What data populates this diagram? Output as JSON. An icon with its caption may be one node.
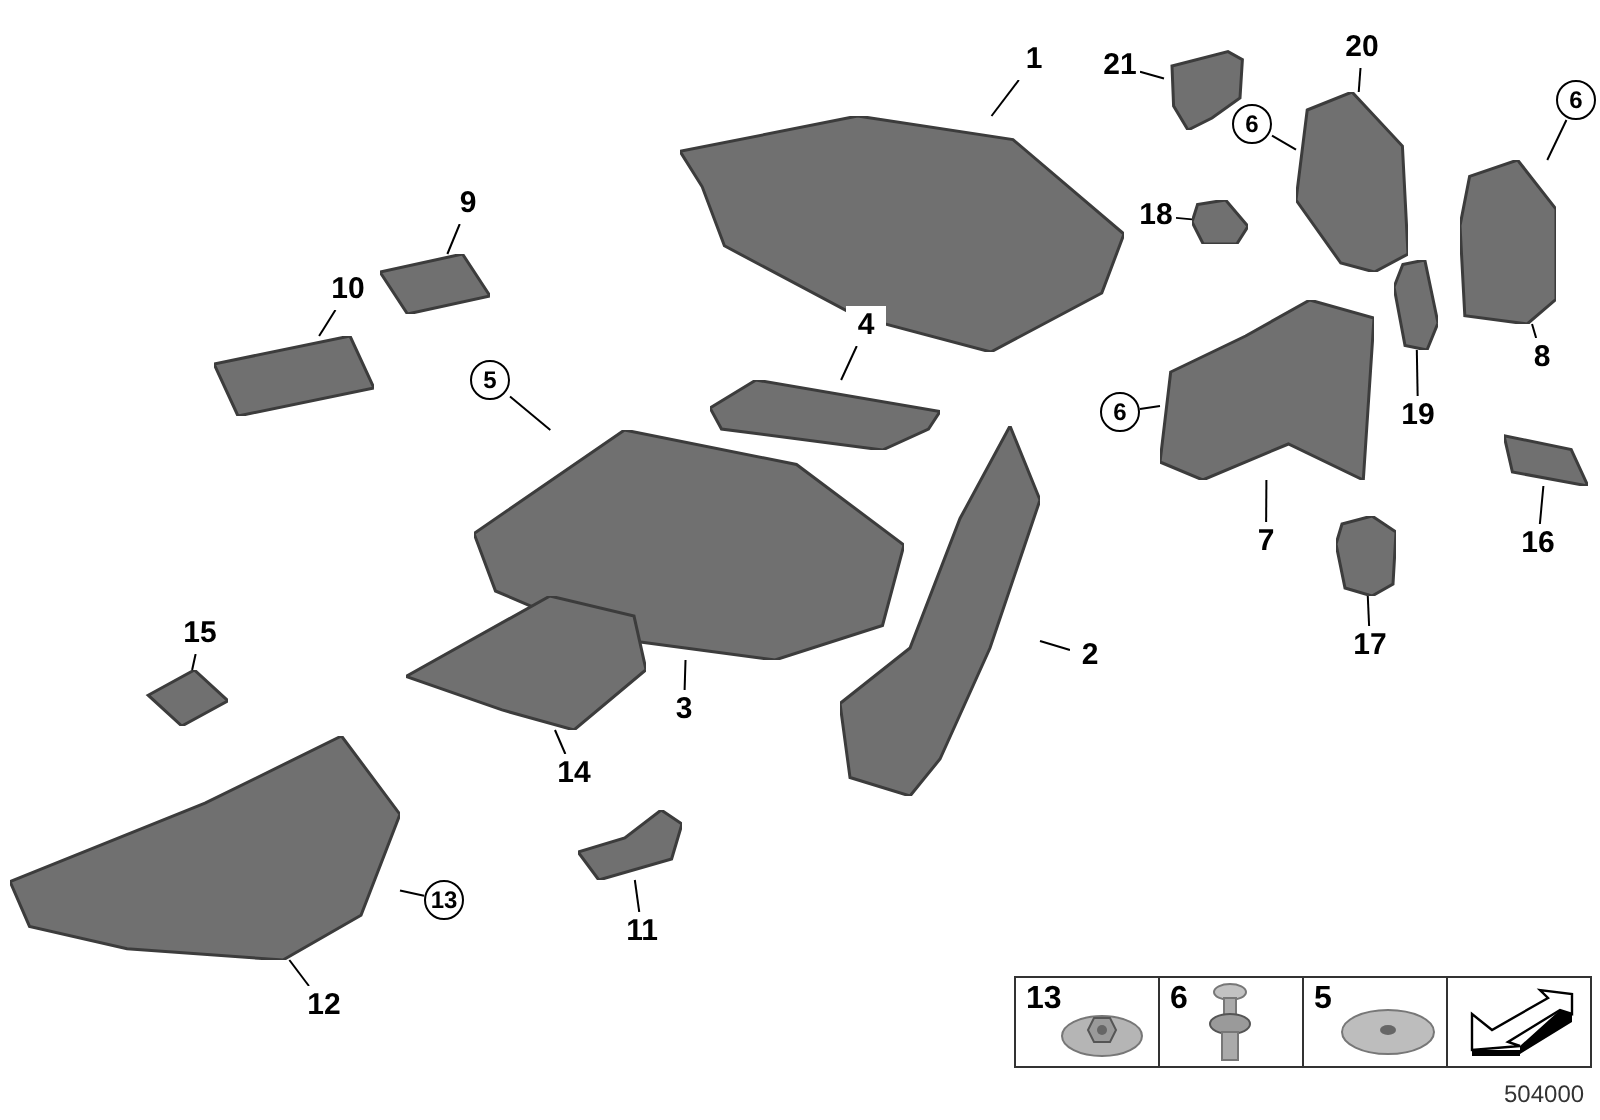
{
  "diagram": {
    "nodes": [
      {
        "text": [
          "21"
        ]
      },
      {
        "text": [],
        "shape": "picture"
      },
      {
        "text": [
          "1"
        ]
      },
      {
        "text": [],
        "shape": "picture"
      },
      {
        "text": [
          "20"
        ]
      },
      {
        "text": [],
        "shape": "picture"
      },
      {
        "text": [
          "6"
        ]
      },
      {
        "text": [
          "6"
        ]
      },
      {
        "text": [],
        "shape": "picture"
      },
      {
        "text": [
          "18"
        ]
      },
      {
        "text": [],
        "shape": "picture"
      },
      {
        "text": [
          "9"
        ]
      },
      {
        "text": [],
        "shape": "picture"
      },
      {
        "text": [
          "10"
        ]
      },
      {
        "text": [],
        "shape": "picture"
      },
      {
        "text": [
          "4"
        ]
      },
      {
        "text": [],
        "shape": "picture"
      },
      {
        "text": [
          "5"
        ]
      },
      {
        "text": [],
        "shape": "picture"
      },
      {
        "text": [
          "6"
        ]
      },
      {
        "text": [],
        "shape": "picture"
      },
      {
        "text": [
          "19"
        ]
      },
      {
        "text": [],
        "shape": "picture"
      },
      {
        "text": [
          "8"
        ]
      },
      {
        "text": [
          "7"
        ]
      },
      {
        "text": [
          "16"
        ]
      },
      {
        "text": [],
        "shape": "picture"
      },
      {
        "text": [
          "17"
        ]
      },
      {
        "text": [],
        "shape": "picture"
      },
      {
        "text": [
          "15"
        ]
      },
      {
        "text": [],
        "shape": "picture"
      },
      {
        "text": [
          "2"
        ]
      },
      {
        "text": [],
        "shape": "picture"
      },
      {
        "text": [
          "3"
        ]
      },
      {
        "text": [
          "14"
        ]
      },
      {
        "text": [],
        "shape": "picture"
      },
      {
        "text": [
          "13"
        ]
      },
      {
        "text": [],
        "shape": "picture"
      },
      {
        "text": [
          "11"
        ]
      },
      {
        "text": [],
        "shape": "picture"
      },
      {
        "text": [
          "12"
        ]
      }
    ],
    "edges": [
      {
        "from": 0,
        "to": 1,
        "arrow": "none"
      },
      {
        "from": 2,
        "to": 3,
        "arrow": "none"
      },
      {
        "from": 4,
        "to": 5,
        "arrow": "none"
      },
      {
        "from": 6,
        "to": 5,
        "arrow": "none"
      },
      {
        "from": 7,
        "to": 8,
        "arrow": "none"
      },
      {
        "from": 9,
        "to": 10,
        "arrow": "none"
      },
      {
        "from": 11,
        "to": 12,
        "arrow": "none"
      },
      {
        "from": 13,
        "to": 14,
        "arrow": "none"
      },
      {
        "from": 15,
        "to": 16,
        "arrow": "none"
      },
      {
        "from": 17,
        "to": 18,
        "arrow": "none"
      },
      {
        "from": 19,
        "to": 20,
        "arrow": "none"
      },
      {
        "from": 21,
        "to": 22,
        "arrow": "none"
      },
      {
        "from": 23,
        "to": 8,
        "arrow": "none"
      },
      {
        "from": 24,
        "to": 20,
        "arrow": "none"
      },
      {
        "from": 25,
        "to": 26,
        "arrow": "none"
      },
      {
        "from": 27,
        "to": 28,
        "arrow": "none"
      },
      {
        "from": 29,
        "to": 30,
        "arrow": "none"
      },
      {
        "from": 31,
        "to": 32,
        "arrow": "none"
      },
      {
        "from": 33,
        "to": 18,
        "arrow": "none"
      },
      {
        "from": 34,
        "to": 35,
        "arrow": "none"
      },
      {
        "from": 36,
        "to": 37,
        "arrow": "none"
      },
      {
        "from": 38,
        "to": 39,
        "arrow": "none"
      },
      {
        "from": 40,
        "to": 37,
        "arrow": "none"
      }
    ],
    "labels": [
      "13",
      "6",
      "5",
      "504000"
    ]
  }
}
